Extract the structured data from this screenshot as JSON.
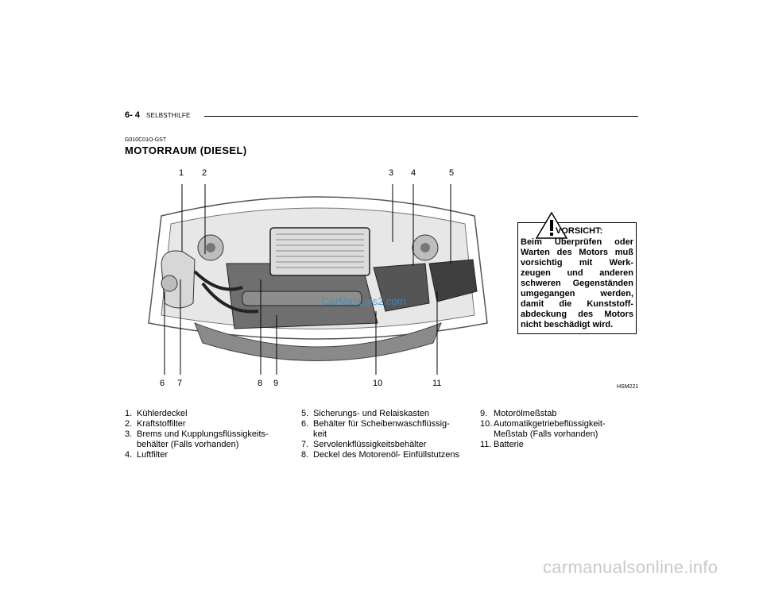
{
  "header": {
    "page_number": "6- 4",
    "section": "SELBSTHILFE"
  },
  "figure_code_top": "G010C01O-GST",
  "title": "MOTORRAUM  (DIESEL)",
  "callouts": [
    "1",
    "2",
    "3",
    "4",
    "5",
    "6",
    "7",
    "8",
    "9",
    "10",
    "11"
  ],
  "figure_overlay_text": "CarManuals2.com",
  "caution": {
    "title": "VORSICHT:",
    "body": "Beim Überprüfen oder Warten des Motors muß vorsichtig mit Werk- zeugen und anderen schweren Gegenständen umgegangen werden, damit die Kunststoff- abdeckung des Motors nicht beschädigt wird."
  },
  "figure_code": "HSM221",
  "legend": {
    "col1": [
      {
        "n": "1.",
        "text": "Kühlerdeckel"
      },
      {
        "n": "2.",
        "text": "Kraftstoffilter"
      },
      {
        "n": "3.",
        "text": "Brems und Kupplungsflüssigkeits- behälter (Falls vorhanden)"
      },
      {
        "n": "4.",
        "text": "Luftfilter"
      }
    ],
    "col2": [
      {
        "n": "5.",
        "text": "Sicherungs- und Relaiskasten"
      },
      {
        "n": "6.",
        "text": "Behälter für Scheibenwaschflüssig- keit"
      },
      {
        "n": "7.",
        "text": "Servolenkflüssigkeitsbehälter"
      },
      {
        "n": "8.",
        "text": "Deckel des Motorenöl- Einfüllstutzens"
      }
    ],
    "col3": [
      {
        "n": "9.",
        "text": "Motorölmeßstab"
      },
      {
        "n": "10.",
        "text": "Automatikgetriebeflüssigkeit- Meßstab (Falls vorhanden)"
      },
      {
        "n": "11.",
        "text": "Batterie"
      }
    ]
  },
  "watermark": "carmanualsonline.info"
}
